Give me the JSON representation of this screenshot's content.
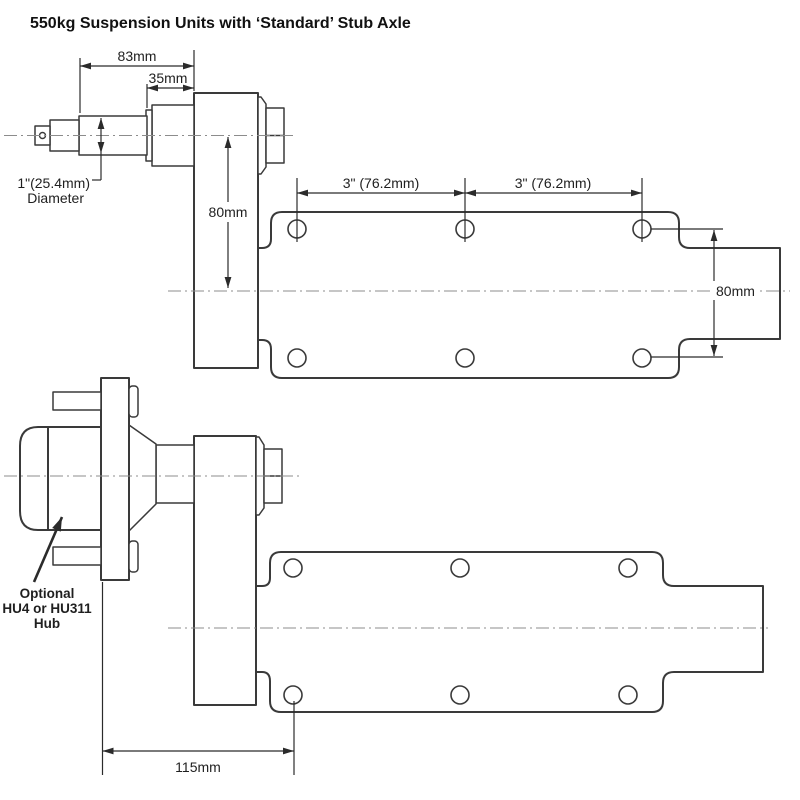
{
  "title": "550kg Suspension Units with ‘Standard’ Stub Axle",
  "colors": {
    "background": "#ffffff",
    "part_line": "#3a3a3a",
    "dimension_line": "#2b2b2b",
    "centerline": "#8c8c8c",
    "text": "#1f1f1f"
  },
  "top_diagram": {
    "dim_overall_length": "83mm",
    "dim_bearing_length": "35mm",
    "dim_axle_diameter_line1": "1\"(25.4mm)",
    "dim_axle_diameter_line2": "Diameter",
    "dim_arm_drop": "80mm",
    "dim_hole_spacing_left": "3\" (76.2mm)",
    "dim_hole_spacing_right": "3\" (76.2mm)",
    "dim_plate_hole_vertical": "80mm"
  },
  "bottom_diagram": {
    "hub_note_line1": "Optional",
    "hub_note_line2": "HU4 or HU311",
    "hub_note_line3": "Hub",
    "dim_face_to_hole": "115mm"
  }
}
